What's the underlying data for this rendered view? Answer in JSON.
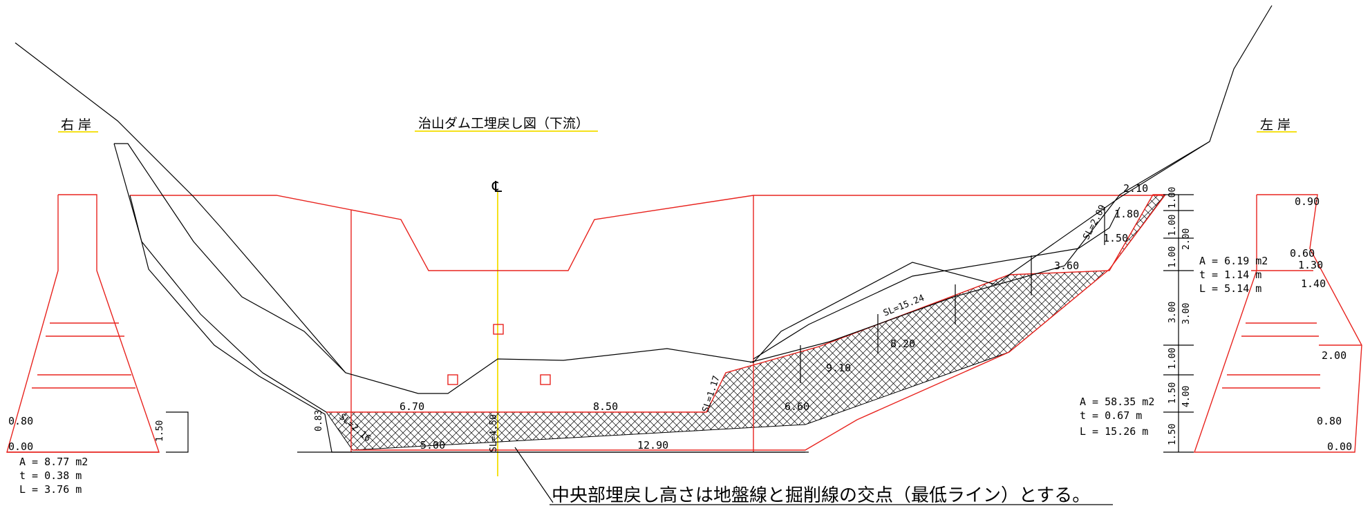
{
  "title": "治山ダム工埋戻し図（下流）",
  "right_bank": "右 岸",
  "left_bank": "左 岸",
  "centerline_symbol": "℄",
  "note": "中央部埋戻し高さは地盤線と掘削線の交点（最低ライン）とする。",
  "colors": {
    "structure": "#e8231e",
    "ground": "#000000",
    "centerline": "#f5e11a"
  },
  "left_section": {
    "heights": [
      "0.80",
      "0.00"
    ],
    "dim": "1.50",
    "area": "A = 8.77 m2",
    "thickness": "t = 0.38 m",
    "length": "L = 3.76 m"
  },
  "center_section": {
    "area": "A = 58.35 m2",
    "thickness": "t = 0.67 m",
    "length": "L = 15.26 m",
    "widths": [
      "6.70",
      "8.50",
      "6.60",
      "5.00",
      "12.90",
      "2.10",
      "1.80",
      "1.50",
      "3.60",
      "8.20",
      "9.10",
      "0.83"
    ],
    "slopes": [
      "SL=2.16",
      "SL=4.50",
      "SL=1.17",
      "SL=15.24",
      "SL=2.09"
    ],
    "right_dims": [
      "1.00",
      "1.00",
      "1.00",
      "2.00",
      "3.00",
      "3.00",
      "1.00",
      "1.50",
      "4.00",
      "1.50"
    ]
  },
  "right_upper_section": {
    "area": "A = 6.19 m2",
    "thickness": "t = 1.14 m",
    "length": "L = 5.14 m"
  },
  "right_section": {
    "dims": [
      "0.90",
      "0.60",
      "1.30",
      "1.40",
      "2.00",
      "0.80",
      "0.00"
    ]
  }
}
